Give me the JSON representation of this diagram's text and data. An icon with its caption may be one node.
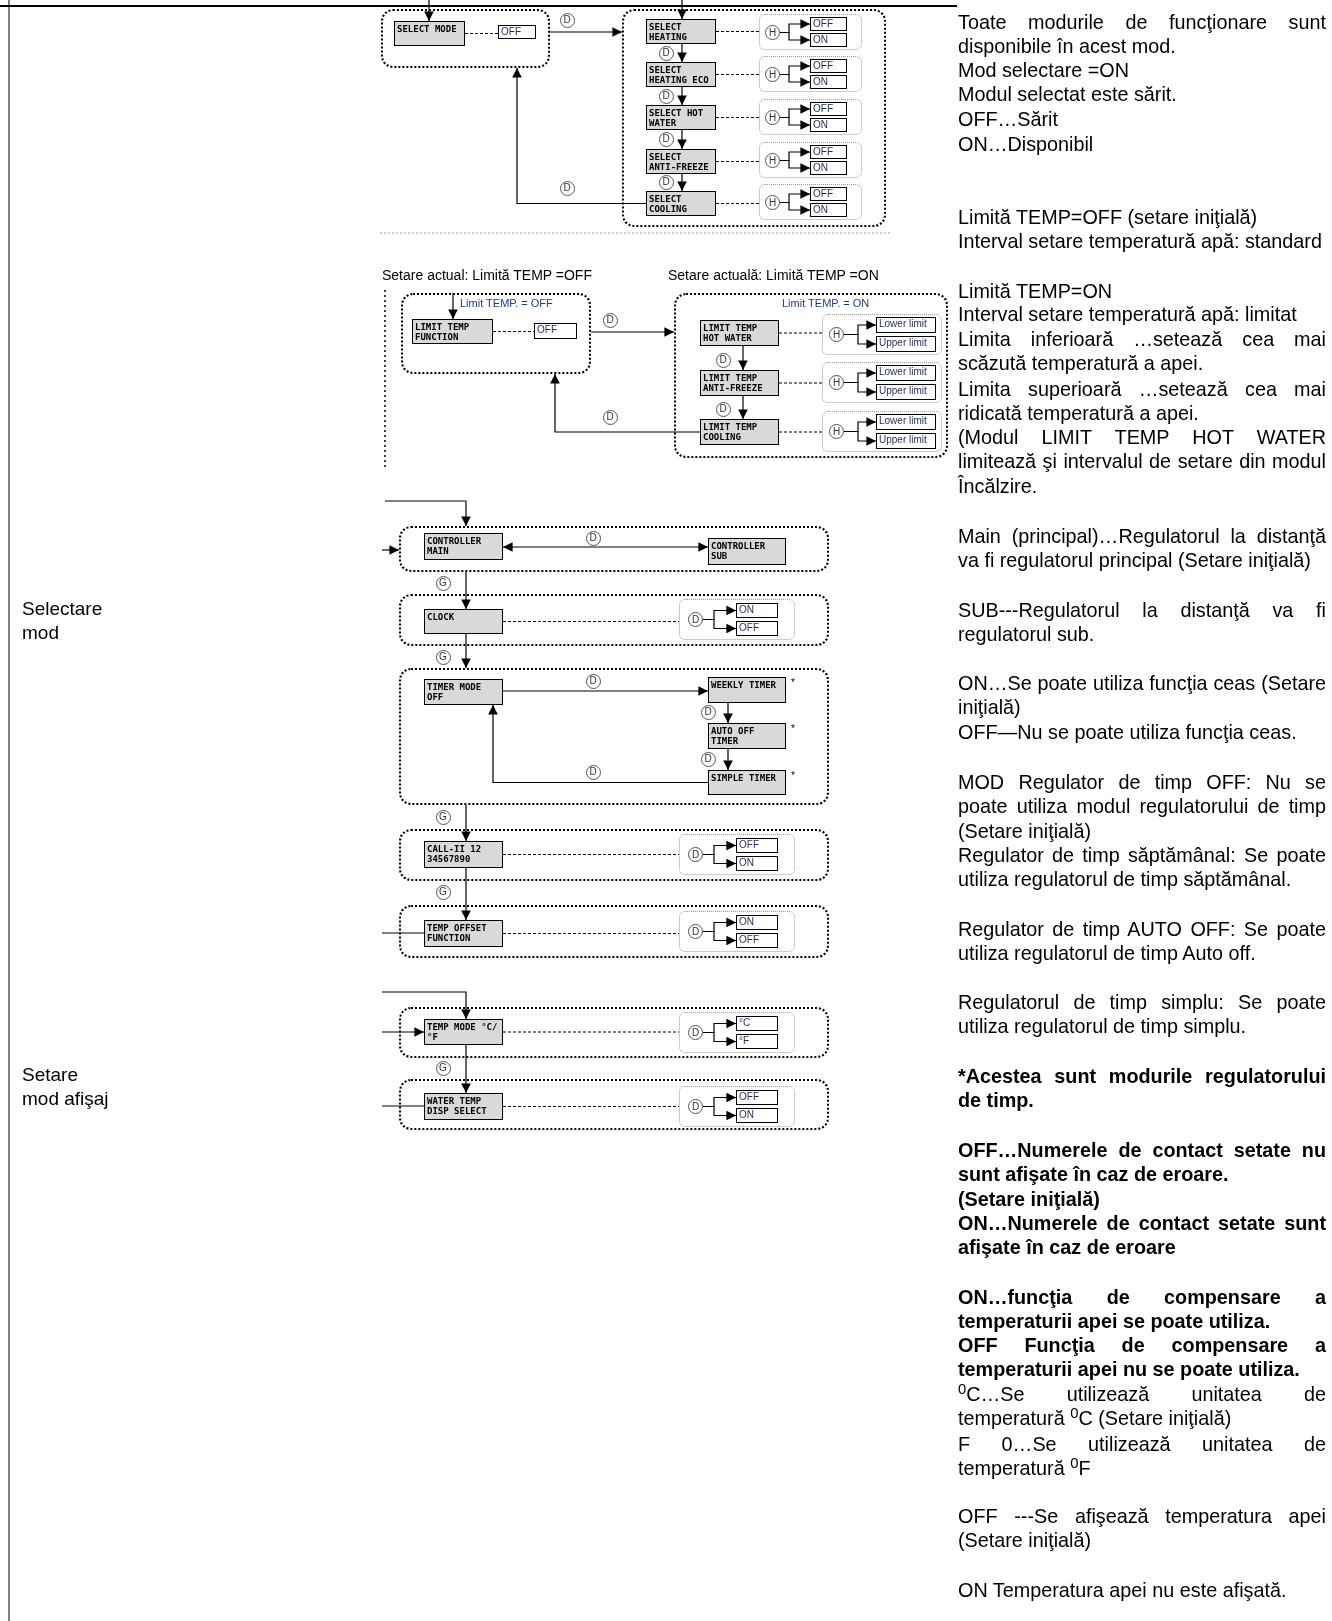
{
  "diagram": {
    "nodes": [
      {
        "text": [],
        "shape": "box"
      },
      {
        "text": [
          "SELECT MODE"
        ],
        "in": 0
      },
      {
        "text": [
          "OFF"
        ],
        "in": 0
      },
      {
        "text": [],
        "shape": "box"
      },
      {
        "text": [
          "SELECT HEATING"
        ],
        "in": 3
      },
      {
        "text": [
          "SELECT HEATING ECO"
        ],
        "in": 3
      },
      {
        "text": [
          "SELECT HOT WATER"
        ],
        "in": 3
      },
      {
        "text": [
          "SELECT ANTI-FREEZE"
        ],
        "in": 3
      },
      {
        "text": [
          "SELECT COOLING"
        ],
        "in": 3
      },
      {
        "text": [],
        "shape": "box",
        "in": 3
      },
      {
        "text": [
          "H"
        ],
        "in": 9
      },
      {
        "text": [
          "OFF"
        ],
        "in": 9
      },
      {
        "text": [
          "ON"
        ],
        "in": 9
      },
      {
        "text": [],
        "shape": "box",
        "in": 3
      },
      {
        "text": [
          "H"
        ],
        "in": 13
      },
      {
        "text": [
          "OFF"
        ],
        "in": 13
      },
      {
        "text": [
          "ON"
        ],
        "in": 13
      },
      {
        "text": [],
        "shape": "box",
        "in": 3
      },
      {
        "text": [
          "H"
        ],
        "in": 17
      },
      {
        "text": [
          "OFF"
        ],
        "in": 17
      },
      {
        "text": [
          "ON"
        ],
        "in": 17
      },
      {
        "text": [],
        "shape": "box",
        "in": 3
      },
      {
        "text": [
          "H"
        ],
        "in": 21
      },
      {
        "text": [
          "OFF"
        ],
        "in": 21
      },
      {
        "text": [
          "ON"
        ],
        "in": 21
      },
      {
        "text": [],
        "shape": "box",
        "in": 3
      },
      {
        "text": [
          "H"
        ],
        "in": 25
      },
      {
        "text": [
          "OFF"
        ],
        "in": 25
      },
      {
        "text": [
          "ON"
        ],
        "in": 25
      },
      {
        "text": [
          "Limit TEMP. = OFF"
        ]
      },
      {
        "text": [
          "LIMIT TEMP FUNCTION"
        ],
        "in": 29
      },
      {
        "text": [
          "OFF"
        ],
        "in": 29
      },
      {
        "text": [
          "Limit TEMP. = ON"
        ]
      },
      {
        "text": [
          "LIMIT TEMP HOT WATER"
        ],
        "in": 32
      },
      {
        "text": [
          "LIMIT TEMP ANTI-FREEZE"
        ],
        "in": 32
      },
      {
        "text": [
          "LIMIT TEMP COOLING"
        ],
        "in": 32
      },
      {
        "text": [],
        "shape": "box",
        "in": 32
      },
      {
        "text": [
          "H"
        ],
        "in": 36
      },
      {
        "text": [
          "Lower limit"
        ],
        "in": 36
      },
      {
        "text": [
          "Upper limit"
        ],
        "in": 36
      },
      {
        "text": [],
        "shape": "box",
        "in": 32
      },
      {
        "text": [
          "H"
        ],
        "in": 40
      },
      {
        "text": [
          "Lower limit"
        ],
        "in": 40
      },
      {
        "text": [
          "Upper limit"
        ],
        "in": 40
      },
      {
        "text": [],
        "shape": "box",
        "in": 32
      },
      {
        "text": [
          "H"
        ],
        "in": 44
      },
      {
        "text": [
          "Lower limit"
        ],
        "in": 44
      },
      {
        "text": [
          "Upper limit"
        ],
        "in": 44
      },
      {
        "text": [],
        "shape": "box"
      },
      {
        "text": [
          "CONTROLLER MAIN"
        ],
        "in": 48
      },
      {
        "text": [
          "CONTROLLER SUB"
        ],
        "in": 48
      },
      {
        "text": [],
        "shape": "box"
      },
      {
        "text": [
          "CLOCK"
        ],
        "in": 51
      },
      {
        "text": [],
        "shape": "box",
        "in": 51
      },
      {
        "text": [
          "D"
        ],
        "in": 53
      },
      {
        "text": [
          "ON"
        ],
        "in": 53
      },
      {
        "text": [
          "OFF"
        ],
        "in": 53
      },
      {
        "text": [],
        "shape": "box"
      },
      {
        "text": [
          "TIMER MODE OFF"
        ],
        "in": 57
      },
      {
        "text": [
          "WEEKLY TIMER"
        ],
        "in": 57,
        "beside": [
          "*"
        ]
      },
      {
        "text": [
          "AUTO OFF TIMER"
        ],
        "in": 57,
        "beside": [
          "*"
        ]
      },
      {
        "text": [
          "SIMPLE TIMER"
        ],
        "in": 57,
        "beside": [
          "*"
        ]
      },
      {
        "text": [],
        "shape": "box"
      },
      {
        "text": [
          "CALL-II 12 34567890"
        ],
        "in": 62
      },
      {
        "text": [],
        "shape": "box",
        "in": 62
      },
      {
        "text": [
          "D"
        ],
        "in": 64
      },
      {
        "text": [
          "OFF"
        ],
        "in": 64
      },
      {
        "text": [
          "ON"
        ],
        "in": 64
      },
      {
        "text": [],
        "shape": "box"
      },
      {
        "text": [
          "TEMP OFFSET FUNCTION"
        ],
        "in": 68
      },
      {
        "text": [],
        "shape": "box",
        "in": 68
      },
      {
        "text": [
          "D"
        ],
        "in": 70
      },
      {
        "text": [
          "ON"
        ],
        "in": 70
      },
      {
        "text": [
          "OFF"
        ],
        "in": 70
      },
      {
        "text": [],
        "shape": "box"
      },
      {
        "text": [
          "TEMP MODE °C/°F"
        ],
        "in": 74
      },
      {
        "text": [],
        "shape": "box",
        "in": 74
      },
      {
        "text": [
          "D"
        ],
        "in": 76
      },
      {
        "text": [
          "°C"
        ],
        "in": 76
      },
      {
        "text": [
          "°F"
        ],
        "in": 76
      },
      {
        "text": [],
        "shape": "box"
      },
      {
        "text": [
          "WATER TEMP DISP SELECT"
        ],
        "in": 80
      },
      {
        "text": [],
        "shape": "box",
        "in": 80
      },
      {
        "text": [
          "D"
        ],
        "in": 82
      },
      {
        "text": [
          "OFF"
        ],
        "in": 82
      },
      {
        "text": [
          "ON"
        ],
        "in": 82
      }
    ],
    "edges": [
      {
        "from": null,
        "to": 1,
        "arrow": "to"
      },
      {
        "from": null,
        "to": 4,
        "arrow": "to"
      },
      {
        "from": 1,
        "to": 2,
        "arrow": "none",
        "style": "dashed"
      },
      {
        "from": 0,
        "to": 3,
        "arrow": "to",
        "label": "D"
      },
      {
        "from": 4,
        "to": 5,
        "arrow": "to",
        "label": "D"
      },
      {
        "from": 5,
        "to": 6,
        "arrow": "to",
        "label": "D"
      },
      {
        "from": 6,
        "to": 7,
        "arrow": "to",
        "label": "D"
      },
      {
        "from": 7,
        "to": 8,
        "arrow": "to",
        "label": "D"
      },
      {
        "from": 8,
        "to": 0,
        "arrow": "to",
        "label": "D"
      },
      {
        "from": 4,
        "to": 9,
        "arrow": "none",
        "style": "dashed"
      },
      {
        "from": 5,
        "to": 13,
        "arrow": "none",
        "style": "dashed"
      },
      {
        "from": 6,
        "to": 17,
        "arrow": "none",
        "style": "dashed"
      },
      {
        "from": 7,
        "to": 21,
        "arrow": "none",
        "style": "dashed"
      },
      {
        "from": 8,
        "to": 25,
        "arrow": "none",
        "style": "dashed"
      },
      {
        "from": 10,
        "to": 11,
        "arrow": "to"
      },
      {
        "from": 10,
        "to": 12,
        "arrow": "to"
      },
      {
        "from": 14,
        "to": 15,
        "arrow": "to"
      },
      {
        "from": 14,
        "to": 16,
        "arrow": "to"
      },
      {
        "from": 18,
        "to": 19,
        "arrow": "to"
      },
      {
        "from": 18,
        "to": 20,
        "arrow": "to"
      },
      {
        "from": 22,
        "to": 23,
        "arrow": "to"
      },
      {
        "from": 22,
        "to": 24,
        "arrow": "to"
      },
      {
        "from": 26,
        "to": 27,
        "arrow": "to"
      },
      {
        "from": 26,
        "to": 28,
        "arrow": "to"
      },
      {
        "from": null,
        "to": 30,
        "arrow": "to"
      },
      {
        "from": 30,
        "to": 31,
        "arrow": "none",
        "style": "dashed"
      },
      {
        "from": 29,
        "to": 32,
        "arrow": "to",
        "label": "D"
      },
      {
        "from": 33,
        "to": 34,
        "arrow": "to",
        "label": "D"
      },
      {
        "from": 34,
        "to": 35,
        "arrow": "to",
        "label": "D"
      },
      {
        "from": 35,
        "to": 29,
        "arrow": "to",
        "label": "D"
      },
      {
        "from": 33,
        "to": 36,
        "arrow": "none",
        "style": "dashed"
      },
      {
        "from": 34,
        "to": 40,
        "arrow": "none",
        "style": "dashed"
      },
      {
        "from": 35,
        "to": 44,
        "arrow": "none",
        "style": "dashed"
      },
      {
        "from": 37,
        "to": 38,
        "arrow": "to"
      },
      {
        "from": 37,
        "to": 39,
        "arrow": "to"
      },
      {
        "from": 41,
        "to": 42,
        "arrow": "to"
      },
      {
        "from": 41,
        "to": 43,
        "arrow": "to"
      },
      {
        "from": 45,
        "to": 46,
        "arrow": "to"
      },
      {
        "from": 45,
        "to": 47,
        "arrow": "to"
      },
      {
        "from": null,
        "to": 48,
        "arrow": "to"
      },
      {
        "from": null,
        "to": 48,
        "arrow": "to"
      },
      {
        "from": 49,
        "to": 50,
        "arrow": "both",
        "label": "D"
      },
      {
        "from": 48,
        "to": 52,
        "arrow": "to",
        "label": "G"
      },
      {
        "from": 52,
        "to": 57,
        "arrow": "to",
        "label": "G"
      },
      {
        "from": 52,
        "to": 53,
        "arrow": "none",
        "style": "dashed"
      },
      {
        "from": 54,
        "to": 55,
        "arrow": "to"
      },
      {
        "from": 54,
        "to": 56,
        "arrow": "to"
      },
      {
        "from": 58,
        "to": 59,
        "arrow": "to",
        "label": "D"
      },
      {
        "from": 59,
        "to": 60,
        "arrow": "to",
        "label": "D"
      },
      {
        "from": 60,
        "to": 61,
        "arrow": "to",
        "label": "D"
      },
      {
        "from": 61,
        "to": 58,
        "arrow": "to",
        "label": "D"
      },
      {
        "from": 57,
        "to": 63,
        "arrow": "to",
        "label": "G"
      },
      {
        "from": 63,
        "to": 69,
        "arrow": "to",
        "label": "G"
      },
      {
        "from": 63,
        "to": 64,
        "arrow": "none",
        "style": "dashed"
      },
      {
        "from": 65,
        "to": 66,
        "arrow": "to"
      },
      {
        "from": 65,
        "to": 67,
        "arrow": "to"
      },
      {
        "from": null,
        "to": 69,
        "arrow": "none"
      },
      {
        "from": 69,
        "to": 70,
        "arrow": "none",
        "style": "dashed"
      },
      {
        "from": 71,
        "to": 72,
        "arrow": "to"
      },
      {
        "from": 71,
        "to": 73,
        "arrow": "to"
      },
      {
        "from": null,
        "to": 75,
        "arrow": "to"
      },
      {
        "from": null,
        "to": 75,
        "arrow": "to"
      },
      {
        "from": 75,
        "to": 81,
        "arrow": "to",
        "label": "G"
      },
      {
        "from": 75,
        "to": 76,
        "arrow": "none",
        "style": "dashed"
      },
      {
        "from": 77,
        "to": 78,
        "arrow": "to"
      },
      {
        "from": 77,
        "to": 79,
        "arrow": "to"
      },
      {
        "from": null,
        "to": 81,
        "arrow": "none"
      },
      {
        "from": 81,
        "to": 82,
        "arrow": "none",
        "style": "dashed"
      },
      {
        "from": 83,
        "to": 84,
        "arrow": "to"
      },
      {
        "from": 83,
        "to": 85,
        "arrow": "to"
      }
    ],
    "labels": [
      "Setare actual: Limită TEMP =OFF",
      "Setare actuală: Limită TEMP =ON",
      "Selectare mod",
      "Setare mod afişaj",
      "Toate modurile de funcţionare sunt disponibile în acest mod.",
      "Mod selectare =ON",
      "Modul selectat este sărit.",
      "OFF…Sărit",
      "ON…Disponibil",
      "Limită TEMP=OFF (setare iniţială)",
      "Interval setare temperatură apă: standard",
      "Limită TEMP=ON",
      "Interval setare temperatură apă: limitat",
      "Limita inferioară …setează cea mai scăzută temperatură a apei.",
      "Limita superioară …setează cea mai ridicată temperatură a apei.",
      "(Modul LIMIT TEMP HOT WATER limitează şi intervalul de setare din modul Încălzire.",
      "Main (principal)…Regulatorul la distanţă va fi regulatorul principal (Setare iniţială)",
      "SUB---Regulatorul la distanţă va fi regulatorul sub.",
      "ON…Se poate utiliza funcţia ceas (Setare iniţială)",
      "OFF—Nu se poate utiliza funcţia ceas.",
      "MOD Regulator de timp OFF: Nu se poate utiliza modul regulatorului de timp (Setare iniţială)",
      "Regulator de timp săptămânal: Se poate utiliza regulatorul de timp săptămânal.",
      "Regulator de timp AUTO OFF: Se poate utiliza regulatorul de timp Auto off.",
      "Regulatorul de timp simplu: Se poate utiliza regulatorul de timp simplu.",
      "*Acestea sunt modurile regulatorului de timp.",
      "OFF…Numerele de contact setate nu sunt afişate în caz de eroare.",
      "(Setare iniţială)",
      "ON…Numerele de contact setate sunt afişate în caz de eroare",
      "ON…funcţia de compensare a temperaturii apei se poate utiliza.",
      "OFF Funcţia de compensare a temperaturii apei nu se poate utiliza.",
      "$^{0}$C…Se utilizează unitatea de temperatură $^{0}$C (Setare iniţială)",
      "F 0…Se utilizează unitatea de temperatură $^{0}$F",
      "OFF ---Se afişează temperatura apei (Setare iniţială)",
      "ON Temperatura apei nu este afişată."
    ]
  }
}
